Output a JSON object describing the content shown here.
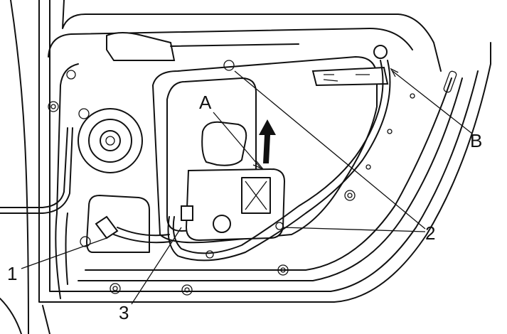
{
  "diagram": {
    "labels": {
      "A": "A",
      "B": "B",
      "one": "1",
      "two": "2",
      "three": "3"
    }
  }
}
